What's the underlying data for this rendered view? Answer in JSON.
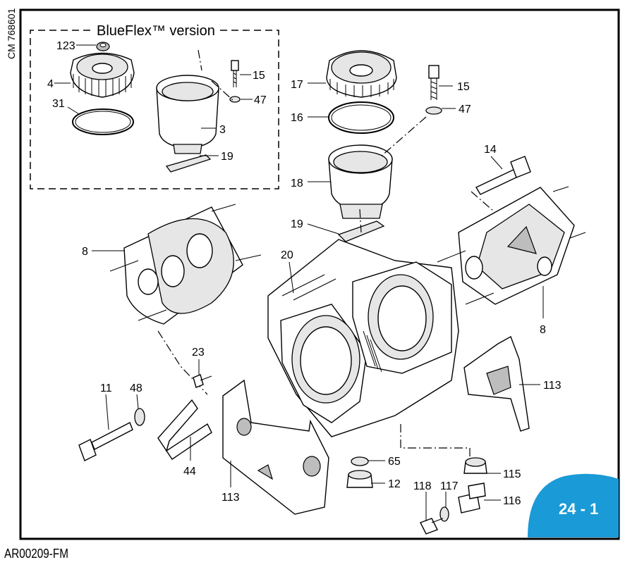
{
  "document": {
    "drawing_code": "CM 768601",
    "footer_code": "AR00209-FM",
    "page_badge": "24 - 1",
    "badge_color": "#1a9ad6"
  },
  "inset": {
    "title": "BlueFlex™ version",
    "callouts": {
      "c123": "123",
      "c4": "4",
      "c31": "31",
      "c3": "3",
      "c15": "15",
      "c47": "47",
      "c19": "19"
    }
  },
  "callouts": {
    "c17": "17",
    "c16": "16",
    "c18": "18",
    "c15": "15",
    "c47": "47",
    "c14": "14",
    "c19": "19",
    "c20": "20",
    "c8_left": "8",
    "c8_right": "8",
    "c23": "23",
    "c11": "11",
    "c48": "48",
    "c44": "44",
    "c113_left": "113",
    "c113_right": "113",
    "c65": "65",
    "c12": "12",
    "c115": "115",
    "c118": "118",
    "c117": "117",
    "c116": "116"
  }
}
